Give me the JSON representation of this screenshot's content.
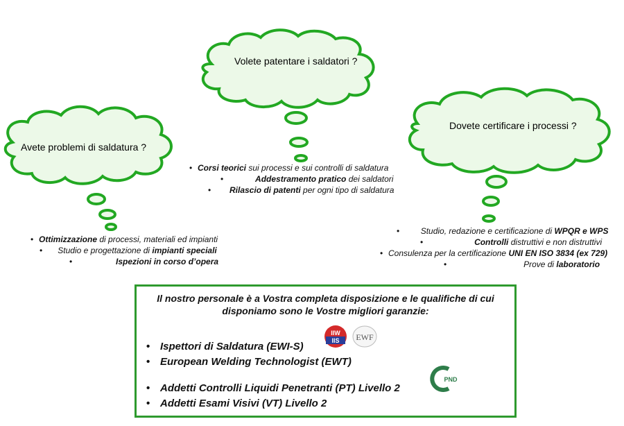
{
  "clouds": {
    "left": {
      "title": "Avete problemi di saldatura ?"
    },
    "center": {
      "title": "Volete patentare i saldatori ?"
    },
    "right": {
      "title": "Dovete certificare i processi ?"
    }
  },
  "left_list": [
    {
      "bold": "Ottimizzazione",
      "rest": " di processi, materiali ed impianti"
    },
    {
      "pre": "Studio e progettazione di ",
      "bold": "impianti speciali"
    },
    {
      "bold": "Ispezioni in corso d’opera"
    }
  ],
  "center_list": [
    {
      "bold": "Corsi teorici",
      "rest": " sui processi e sui controlli di saldatura"
    },
    {
      "bold": "Addestramento pratico",
      "rest": " dei saldatori"
    },
    {
      "bold": "Rilascio di patenti",
      "rest": " per ogni tipo di saldatura"
    }
  ],
  "right_list": [
    {
      "pre": "Studio, redazione e certificazione di ",
      "bold": "WPQR e WPS"
    },
    {
      "bold": "Controlli",
      "rest": " distruttivi e non distruttivi"
    },
    {
      "pre": "Consulenza per la certificazione ",
      "bold": "UNI EN ISO 3834 (ex 729)"
    },
    {
      "pre": "Prove di ",
      "bold": "laboratorio"
    }
  ],
  "box": {
    "intro_line1": "Il nostro personale è a Vostra completa disposizione e le qualifiche di cui",
    "intro_line2": "disponiamo sono le Vostre migliori garanzie:",
    "qualifications_a": [
      "Ispettori di Saldatura (EWI-S)",
      "European Welding Technologist (EWT)"
    ],
    "qualifications_b": [
      "Addetti Controlli Liquidi Penetranti (PT) Livello 2",
      "Addetti Esami Visivi (VT) Livello 2"
    ],
    "logos": {
      "iiw_top": "IIW",
      "iiw_bottom": "IIS",
      "ewf": "EWF",
      "pnd": "PND"
    }
  },
  "colors": {
    "cloud_fill": "#ecf9e8",
    "cloud_stroke": "#22a822",
    "box_border": "#2e9a2e",
    "iiw_red": "#d42a2a",
    "iiw_blue": "#2a3e9a",
    "pnd_green": "#2e7d4a"
  }
}
